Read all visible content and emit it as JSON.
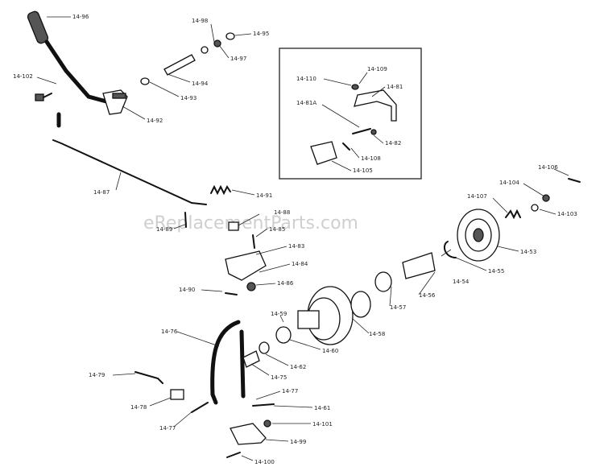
{
  "watermark": "eReplacementParts.com",
  "labels": {
    "l1496": "14-96",
    "l1498": "14-98",
    "l1495": "14-95",
    "l1497": "14-97",
    "l14102": "14-102",
    "l1494": "14-94",
    "l1493": "14-93",
    "l1492": "14-92",
    "l1487": "14-87",
    "l1491": "14-91",
    "l1488": "14-88",
    "l1489": "14-89",
    "l1485": "14-85",
    "l1483": "14-83",
    "l1484": "14-84",
    "l1490": "14-90",
    "l1486": "14-86",
    "l14109": "14-109",
    "l14110": "14-110",
    "l1481": "14-81",
    "l1481a": "14-81A",
    "l1482": "14-82",
    "l14108": "14-108",
    "l14105": "14-105",
    "l14106": "14-106",
    "l14104": "14-104",
    "l14107": "14-107",
    "l14103": "14-103",
    "l1453": "14-53",
    "l1455": "14-55",
    "l1454": "14-54",
    "l1456": "14-56",
    "l1457": "14-57",
    "l1458": "14-58",
    "l1459": "14-59",
    "l1460": "14-60",
    "l1462": "14-62",
    "l1475": "14-75",
    "l1476": "14-76",
    "l1479": "14-79",
    "l1478": "14-78",
    "l1477a": "14-77",
    "l1477b": "14-77",
    "l1461": "14-61",
    "l14101": "14-101",
    "l1499": "14-99",
    "l14100": "14-100"
  }
}
